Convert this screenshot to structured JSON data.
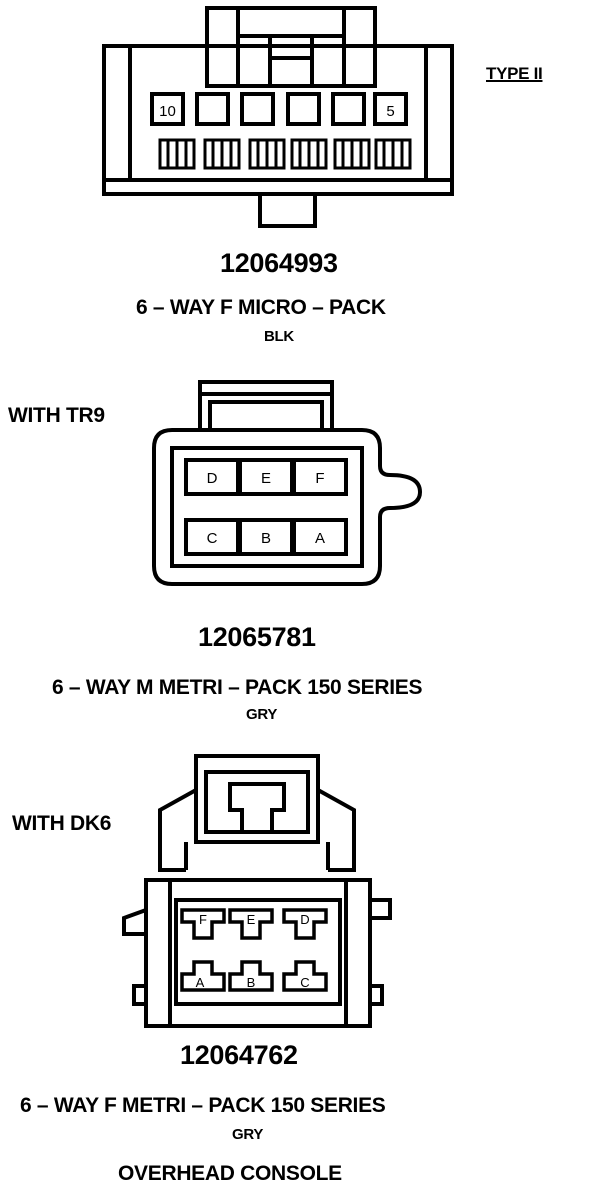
{
  "connector1": {
    "type_label": "TYPE II",
    "part_number": "12064993",
    "description": "6 – WAY F MICRO – PACK",
    "color": "BLK",
    "pin_left": "10",
    "pin_right": "5"
  },
  "connector2": {
    "option": "WITH TR9",
    "part_number": "12065781",
    "description": "6 – WAY M METRI – PACK 150 SERIES",
    "color": "GRY",
    "pins_top": [
      "D",
      "E",
      "F"
    ],
    "pins_bottom": [
      "C",
      "B",
      "A"
    ]
  },
  "connector3": {
    "option": "WITH DK6",
    "part_number": "12064762",
    "description": "6 – WAY F METRI – PACK 150 SERIES",
    "color": "GRY",
    "pins_top": [
      "F",
      "E",
      "D"
    ],
    "pins_bottom": [
      "A",
      "B",
      "C"
    ]
  },
  "footer": {
    "location": "OVERHEAD CONSOLE"
  }
}
